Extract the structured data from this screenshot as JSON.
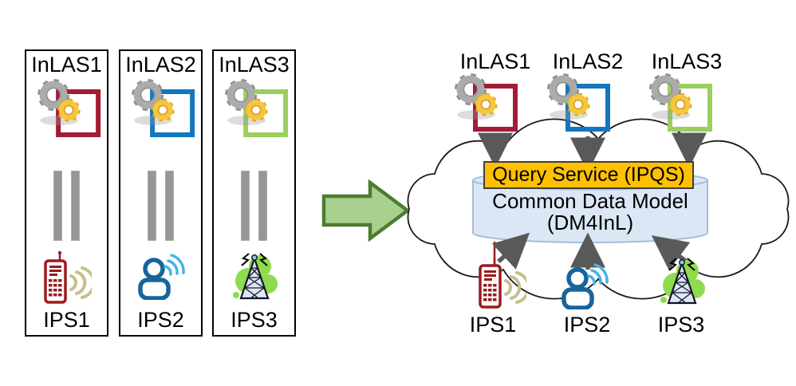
{
  "diagram": {
    "left_panel": {
      "systems": [
        {
          "label": "InLAS1",
          "ips_label": "IPS1",
          "accent_color": "#A21C35",
          "ips_icon": "mobile-phone"
        },
        {
          "label": "InLAS2",
          "ips_label": "IPS2",
          "accent_color": "#1476BE",
          "ips_icon": "person"
        },
        {
          "label": "InLAS3",
          "ips_label": "IPS3",
          "accent_color": "#9CCE5F",
          "ips_icon": "radio-tower"
        }
      ]
    },
    "right_panel": {
      "systems": [
        {
          "label": "InLAS1",
          "ips_label": "IPS1"
        },
        {
          "label": "InLAS2",
          "ips_label": "IPS2"
        },
        {
          "label": "InLAS3",
          "ips_label": "IPS3"
        }
      ],
      "query_service_label": "Query Service (IPQS)",
      "common_data_model_line1": "Common Data Model",
      "common_data_model_line2": "(DM4InL)"
    },
    "colors": {
      "inlas1_square": "#A21C35",
      "inlas2_square": "#1476BE",
      "inlas3_square": "#9CCE5F",
      "query_service_fill": "#FFC000",
      "query_service_border": "#3F3F3F",
      "cylinder_fill": "#DBE7F4",
      "cylinder_stroke": "#A3BEDC",
      "cloud_stroke": "#1A1A1A",
      "arrow_gray": "#595959",
      "transform_arrow_fill": "#A9D18E",
      "transform_arrow_stroke": "#4F7B33",
      "phone_red": "#9B1B1E",
      "phone_wave_tan": "#C9BF8B",
      "person_blue": "#17649B",
      "person_wave_blue": "#45B2E8",
      "tower_green": "#8EDB4D"
    }
  }
}
